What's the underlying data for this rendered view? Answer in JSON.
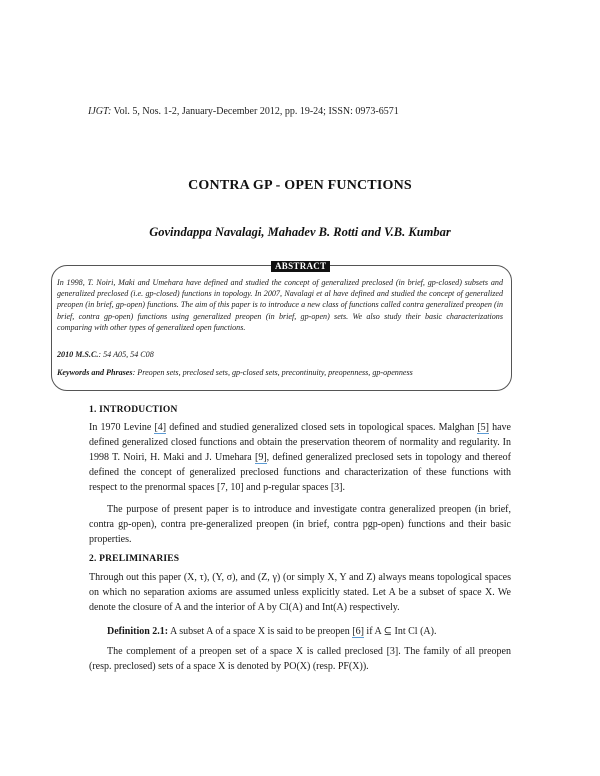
{
  "header": {
    "journal_abbrev": "IJGT:",
    "citation": " Vol. 5, Nos. 1-2, January-December 2012, pp. 19-24; ISSN: 0973-6571"
  },
  "title": "CONTRA GP - OPEN  FUNCTIONS",
  "authors": "Govindappa Navalagi, Mahadev B. Rotti  and V.B. Kumbar",
  "abstract": {
    "label": "ABSTRACT",
    "text": "In 1998, T. Noiri, Maki and Umehara have defined and studied the concept of generalized preclosed (in brief, gp-closed) subsets and generalized preclosed (i.e. gp-closed) functions in topology. In 2007, Navalagi et al have defined and studied the concept of  generalized preopen (in brief, gp-open) functions. The aim of this paper is to introduce a new class of functions called contra generalized preopen (in brief, contra gp-open) functions using generalized preopen (in brief, gp-open) sets. We also study their basic characterizations comparing with other types of generalized  open  functions.",
    "msc_label": "2010 M.S.C.",
    "msc_value": ": 54 A05, 54 C08",
    "keywords_label": "Keywords and Phrases",
    "keywords_value": ": Preopen sets, preclosed sets, gp-closed sets, precontinuity, preopenness, gp-openness"
  },
  "sections": [
    {
      "heading": "1.  INTRODUCTION",
      "paragraphs": [
        {
          "p1": "In 1970 Levine ",
          "ref1": "[4]",
          "p2": " defined and studied generalized closed sets in topological spaces. Malghan ",
          "ref2": "[5]",
          "p3": " have defined generalized closed functions and obtain the preservation theorem of normality and regularity. In 1998 T. Noiri, H. Maki and J. Umehara ",
          "ref3": "[9]",
          "p4": ", defined generalized preclosed sets in topology and thereof defined the concept of generalized preclosed functions and characterization of these functions with respect to the prenormal spaces [7, 10] and p-regular spaces [3]."
        },
        {
          "text": "The purpose of present paper is to introduce and investigate contra generalized preopen (in brief, contra gp-open), contra pre-generalized preopen (in brief, contra pgp-open) functions and their basic properties."
        }
      ]
    },
    {
      "heading": "2.  PRELIMINARIES",
      "paragraphs": [
        {
          "text": "Through out this paper (X, τ), (Y, σ), and (Z, γ) (or simply X, Y and Z) always means topological spaces on which no separation axioms are assumed unless explicitly stated. Let A be a subset of space X. We denote the closure of A and the interior of A by Cl(A) and Int(A) respectively."
        },
        {
          "def_label": "Definition 2.1:",
          "p1": " A subset A of a space X is said to be preopen ",
          "ref": "[6]",
          "p2": " if A ⊆ Int Cl (A)."
        },
        {
          "text": "The complement of a preopen set of a space X is called preclosed [3]. The family of all preopen (resp. preclosed) sets of a space X is denoted by PO(X) (resp. PF(X))."
        }
      ]
    }
  ]
}
